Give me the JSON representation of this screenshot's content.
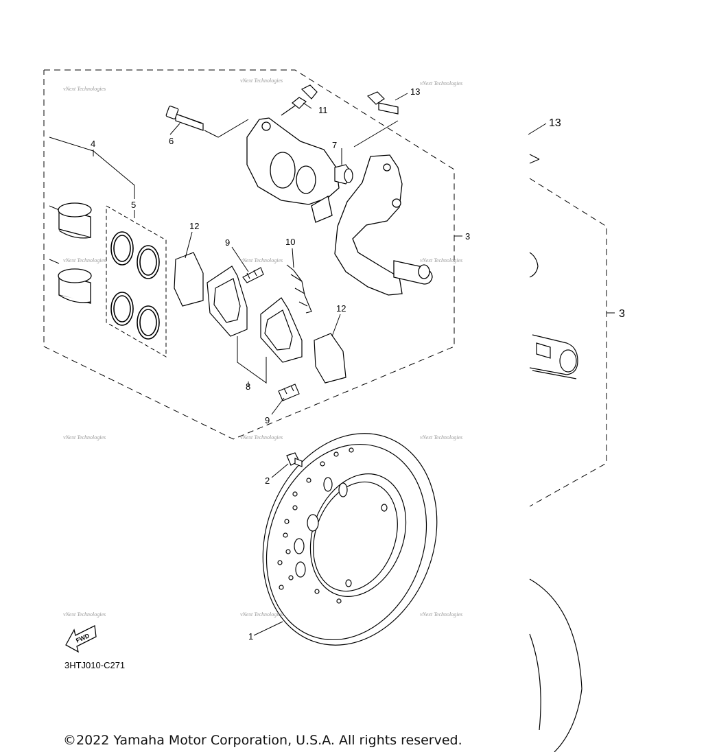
{
  "diagram": {
    "drawing_code": "3HTJ010-C271",
    "fwd_label": "FWD",
    "watermark": "vNext Technologies",
    "part_labels": {
      "p1": "1",
      "p2": "2",
      "p3": "3",
      "p3b": "3",
      "p4": "4",
      "p5": "5",
      "p6": "6",
      "p7": "7",
      "p8": "8",
      "p9a": "9",
      "p9b": "9",
      "p10": "10",
      "p11": "11",
      "p12a": "12",
      "p12b": "12",
      "p13": "13",
      "p13b": "13"
    }
  },
  "footer": {
    "copyright": "©2022 Yamaha Motor Corporation, U.S.A. All rights reserved."
  }
}
